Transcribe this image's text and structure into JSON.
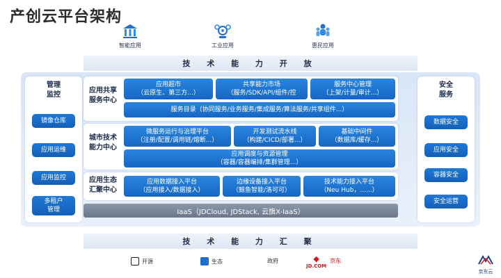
{
  "title": "产创云平台架构",
  "apps": [
    {
      "label": "智能应用",
      "icon": "building-icon"
    },
    {
      "label": "工业应用",
      "icon": "gears-person-icon"
    },
    {
      "label": "惠民应用",
      "icon": "people-icon"
    }
  ],
  "band_top": "技 术 能 力 开 放",
  "band_bottom": "技 术 能 力 汇 聚",
  "left_side": {
    "header_lines": [
      "管理",
      "监控"
    ],
    "items": [
      "镜像仓库",
      "应用运维",
      "应用监控",
      "多租户\n管理"
    ]
  },
  "right_side": {
    "header_lines": [
      "安全",
      "服务"
    ],
    "items": [
      "数据安全",
      "应用安全",
      "容器安全",
      "安全运营"
    ]
  },
  "sections": {
    "shared": {
      "title_lines": [
        "应用共享",
        "服务中心"
      ],
      "boxes": [
        {
          "l1": "应用超市",
          "l2": "（云原生、第三方...）"
        },
        {
          "l1": "共享能力市场",
          "l2": "（服务/SDK/API/组件/控"
        },
        {
          "l1": "服务中心管理",
          "l2": "（上架/计量/审计...）"
        }
      ],
      "catalog": "服务目录（协同服务/业务服务/集成服务/算法服务/共享组件...）"
    },
    "city": {
      "title_lines": [
        "城市技术",
        "能力中心"
      ],
      "boxes": [
        {
          "l1": "微服务运行与治理平台",
          "l2": "（注册/配置/调用链/熔断...）"
        },
        {
          "l1": "开发测试流水线",
          "l2": "（构建/CICD/部署...）"
        },
        {
          "l1": "基础中间件",
          "l2": "（数据库/缓存...）"
        }
      ],
      "wide": {
        "l1": "应用调度与资源管理",
        "l2": "（容器/容器编排/集群管理...）"
      }
    },
    "ecosystem": {
      "title_lines": [
        "应用生态",
        "汇聚中心"
      ],
      "boxes": [
        {
          "l1": "应用数据接入平台",
          "l2": "（应用接入/数据接入）"
        },
        {
          "l1": "边缘设备接入平台",
          "l2": "（鲸鱼智能/洛可可）"
        },
        {
          "l1": "技术能力接入平台",
          "l2": "（Neu Hub，......）"
        }
      ]
    }
  },
  "iaas": "IaaS（JDCloud, JDStack, 云旗X-IaaS）",
  "partners": [
    {
      "label": "开源",
      "color": "#1a1a1a"
    },
    {
      "label": "生态",
      "color": "#1e6fd0"
    },
    {
      "label": "政府",
      "color": "#d23b3b"
    },
    {
      "label": "JD.COM",
      "color": "#d4141c"
    },
    {
      "label": "京东",
      "color": "#d4141c"
    }
  ],
  "brand": "京东云"
}
